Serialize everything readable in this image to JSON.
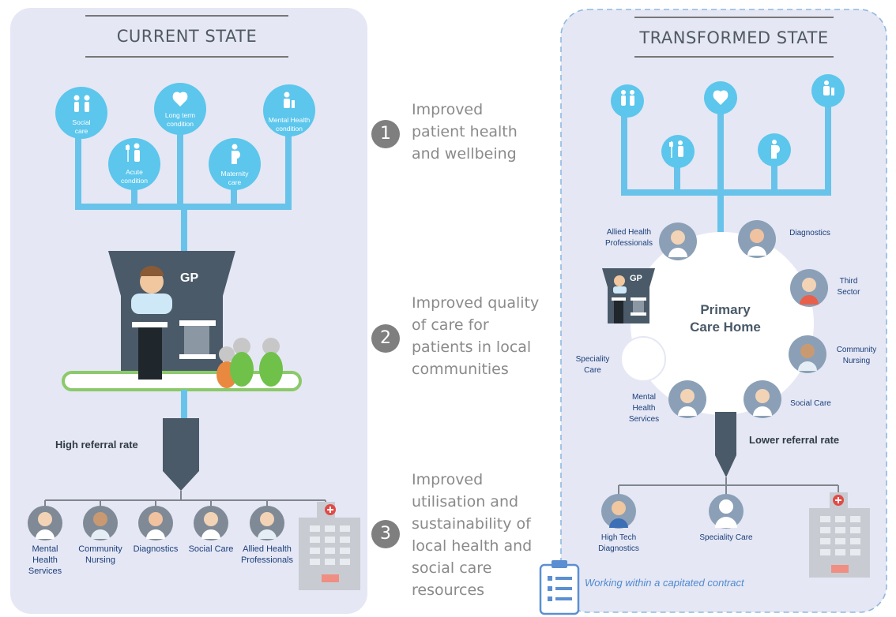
{
  "current_state": {
    "title": "CURRENT STATE",
    "needs": [
      {
        "label": "Social\ncare",
        "icon": "couple-icon"
      },
      {
        "label": "Acute\ncondition",
        "icon": "drip-patient-icon"
      },
      {
        "label": "Long term\ncondition",
        "icon": "heartbeat-icon"
      },
      {
        "label": "Maternity\ncare",
        "icon": "pregnant-icon"
      },
      {
        "label": "Mental Health\ncondition",
        "icon": "thinking-person-icon"
      }
    ],
    "gp_label": "GP",
    "referral_label": "High referral rate",
    "services": [
      "Mental\nHealth\nServices",
      "Community\nNursing",
      "Diagnostics",
      "Social Care",
      "Allied Health\nProfessionals"
    ]
  },
  "benefits": [
    {
      "number": "1",
      "text": "Improved\npatient health\nand wellbeing"
    },
    {
      "number": "2",
      "text": "Improved quality\nof care for\npatients in local\ncommunities"
    },
    {
      "number": "3",
      "text": "Improved\nutilisation and\nsustainability of\nlocal health and\nsocial care\nresources"
    }
  ],
  "transformed_state": {
    "title": "TRANSFORMED STATE",
    "hub_label": "Primary\nCare Home",
    "gp_label": "GP",
    "ring_members": [
      "Allied Health\nProfessionals",
      "Diagnostics",
      "Third\nSector",
      "Community\nNursing",
      "Social Care",
      "Mental\nHealth\nServices",
      "Speciality\nCare"
    ],
    "referral_label": "Lower referral rate",
    "services": [
      "High Tech\nDiagnostics",
      "Speciality Care"
    ],
    "contract_note": "Working within a capitated contract"
  },
  "colors": {
    "panel_bg": "#e5e7f4",
    "branch_blue": "#68c3ea",
    "dark_slate": "#4a5a68",
    "building_gray": "#c8ccd2",
    "green": "#76be4e",
    "label_blue": "#1a3e7a"
  }
}
